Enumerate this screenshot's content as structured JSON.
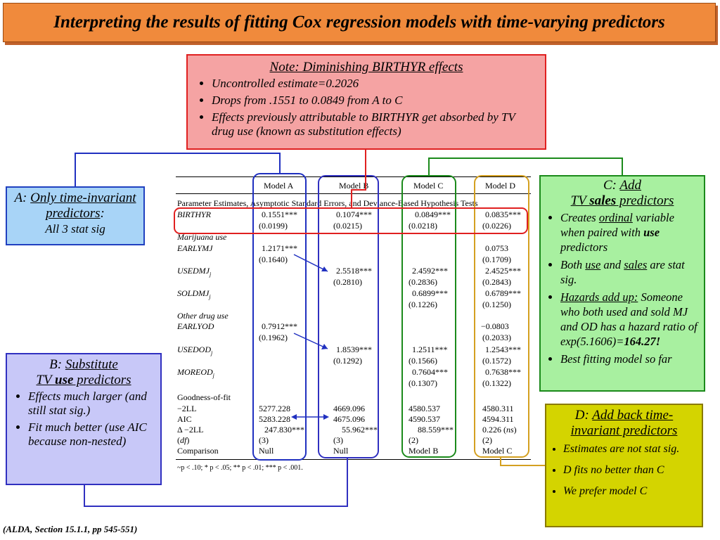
{
  "title": "Interpreting the results of fitting Cox regression models with time-varying predictors",
  "citation": "(ALDA, Section 15.1.1, pp 545-551)",
  "note": {
    "heading": "Note: Diminishing BIRTHYR effects",
    "bullets": [
      "Uncontrolled estimate=0.2026",
      "Drops from .1551 to 0.0849 from A to C",
      "Effects previously attributable to BIRTHYR get absorbed by TV drug use (known as substitution effects)"
    ]
  },
  "box_a": {
    "prefix": "A: ",
    "heading": "Only time-invariant predictors",
    "suffix": ":",
    "sub": "All 3 stat sig"
  },
  "box_b": {
    "prefix": "B: ",
    "heading_1": "Substitute",
    "heading_2a": "TV ",
    "heading_2b": "use",
    "heading_2c": " predictors",
    "bullets": [
      "Effects much larger (and still stat sig.)",
      "Fit much better (use AIC because non-nested)"
    ]
  },
  "box_c": {
    "prefix": "C: ",
    "heading_1": "Add",
    "heading_2a": "TV ",
    "heading_2b": "sales",
    "heading_2c": " predictors",
    "b1a": "Creates ",
    "b1b": "ordinal",
    "b1c": " variable when paired with ",
    "b1d": "use",
    "b1e": " predictors",
    "b2a": "Both ",
    "b2b": "use",
    "b2c": " and ",
    "b2d": "sales",
    "b2e": " are stat sig.",
    "b3a": "Hazards add up:",
    "b3b": " Someone who both used and sold MJ and OD has a hazard ratio of exp(5.1606)=",
    "b3c": "164.27!",
    "b4": "Best fitting model so far"
  },
  "box_d": {
    "prefix": "D: ",
    "heading": "Add back time-invariant predictors",
    "bullets": [
      "Estimates are not stat sig.",
      "D fits no better than C",
      "We prefer model C"
    ]
  },
  "table": {
    "models": [
      "Model A",
      "Model B",
      "Model C",
      "Model D"
    ],
    "caption": "Parameter Estimates, Asymptotic Standard Errors, and Deviance-Based Hypothesis Tests",
    "rows": {
      "birthyr": {
        "label": "BIRTHYR",
        "est": [
          "0.1551***",
          "0.1074***",
          "0.0849***",
          "0.0835***"
        ],
        "se": [
          "(0.0199)",
          "(0.0215)",
          "(0.0218)",
          "(0.0226)"
        ]
      },
      "mj_group": "Marijuana use",
      "earlymj": {
        "label": "EARLYMJ",
        "est": [
          "1.2171***",
          "",
          "",
          "0.0753"
        ],
        "se": [
          "(0.1640)",
          "",
          "",
          "(0.1709)"
        ]
      },
      "usedmj": {
        "label": "USEDMJ",
        "sub": "j",
        "est": [
          "",
          "2.5518***",
          "2.4592***",
          "2.4525***"
        ],
        "se": [
          "",
          "(0.2810)",
          "(0.2836)",
          "(0.2843)"
        ]
      },
      "soldmj": {
        "label": "SOLDMJ",
        "sub": "j",
        "est": [
          "",
          "",
          "0.6899***",
          "0.6789***"
        ],
        "se": [
          "",
          "",
          "(0.1226)",
          "(0.1250)"
        ]
      },
      "od_group": "Other drug use",
      "earlyod": {
        "label": "EARLYOD",
        "est": [
          "0.7912***",
          "",
          "",
          "−0.0803"
        ],
        "se": [
          "(0.1962)",
          "",
          "",
          "(0.2033)"
        ]
      },
      "usedod": {
        "label": "USEDOD",
        "sub": "j",
        "est": [
          "",
          "1.8539***",
          "1.2511***",
          "1.2543***"
        ],
        "se": [
          "",
          "(0.1292)",
          "(0.1566)",
          "(0.1572)"
        ]
      },
      "moreod": {
        "label": "MOREOD",
        "sub": "j",
        "est": [
          "",
          "",
          "0.7604***",
          "0.7638***"
        ],
        "se": [
          "",
          "",
          "(0.1307)",
          "(0.1322)"
        ]
      }
    },
    "fit": {
      "heading": "Goodness-of-fit",
      "ll": {
        "label": "−2LL",
        "vals": [
          "5277.228",
          "4669.096",
          "4580.537",
          "4580.311"
        ]
      },
      "aic": {
        "label": "AIC",
        "vals": [
          "5283.228",
          "4675.096",
          "4590.537",
          "4594.311"
        ]
      },
      "dll": {
        "label": "Δ −2LL",
        "vals": [
          "247.830***",
          "55.962***",
          "88.559***",
          "0.226"
        ],
        "ns": "ns"
      },
      "df": {
        "label": "df",
        "vals": [
          "(3)",
          "(3)",
          "(2)",
          "(2)"
        ]
      },
      "cmp": {
        "label": "Comparison",
        "vals": [
          "Null",
          "Null",
          "Model B",
          "Model C"
        ]
      }
    },
    "footnote": "~p < .10; * p < .05; ** p < .01; *** p < .001."
  },
  "colors": {
    "title_bg": "#f08a3c",
    "note_bg": "#f5a3a3",
    "box_a_bg": "#a8d4f7",
    "box_b_bg": "#c8c8f8",
    "box_c_bg": "#a8f0a0",
    "box_d_bg": "#d4d400",
    "model_a": "#2030c0",
    "model_b": "#3030c0",
    "model_c": "#1b8a1b",
    "model_d": "#d4a020",
    "highlight": "#e02020"
  }
}
